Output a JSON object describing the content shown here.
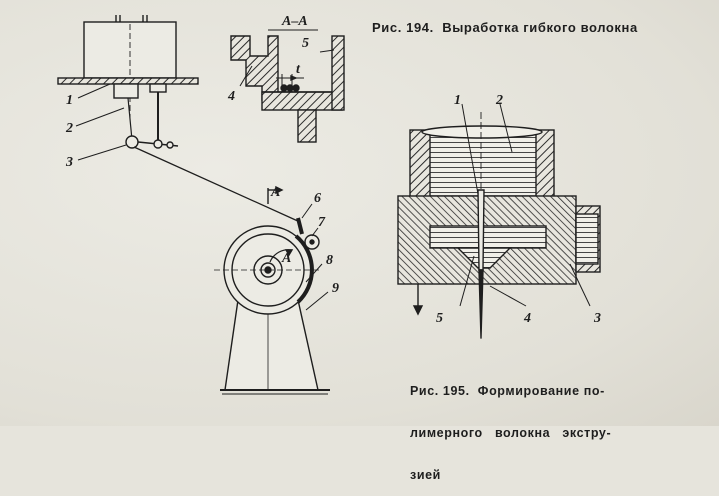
{
  "figure194": {
    "caption": "Рис. 194.  Выработка гибкого волокна",
    "section_label": "А–А",
    "arrow_label": "A",
    "dim_label": "t",
    "labels": [
      "1",
      "2",
      "3",
      "4",
      "5",
      "6",
      "7",
      "8",
      "9"
    ]
  },
  "figure195": {
    "caption_lines": [
      "Рис. 195.  Формирование по-",
      "лимерного   волокна   экстру-",
      "зией"
    ],
    "labels": [
      "1",
      "2",
      "3",
      "4",
      "5"
    ]
  }
}
